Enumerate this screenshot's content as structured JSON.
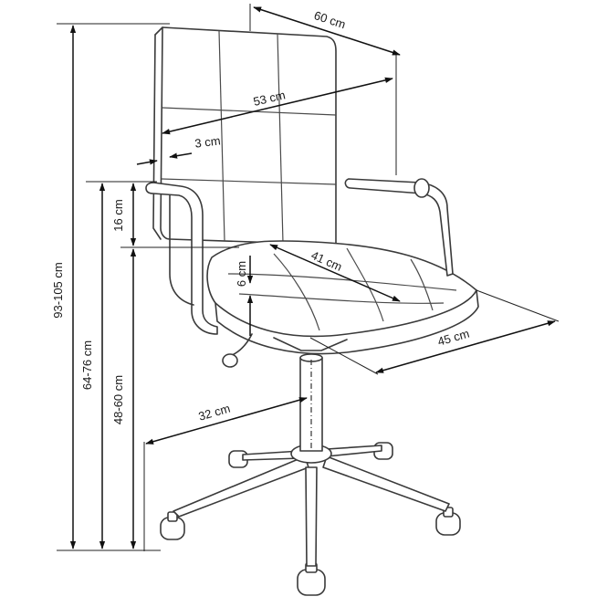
{
  "dimensions": {
    "total_height": "93-105 cm",
    "arm_height": "64-76 cm",
    "seat_height": "48-60 cm",
    "arm_above_seat": "16 cm",
    "depth": "60 cm",
    "back_width": "53 cm",
    "back_thickness": "3 cm",
    "seat_depth": "41 cm",
    "seat_thickness": "6 cm",
    "seat_width": "45 cm",
    "base_radius": "32 cm"
  },
  "colors": {
    "line": "#3a3a3a",
    "dimension": "#111111",
    "background": "#ffffff"
  }
}
